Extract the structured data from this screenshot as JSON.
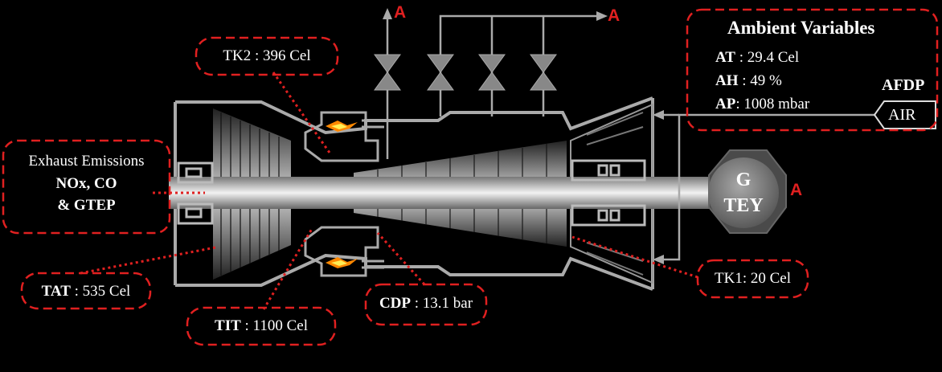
{
  "marker": "A",
  "colors": {
    "callout_red": "#e02020",
    "background": "#000000",
    "flame": "#ff8800"
  },
  "ambient": {
    "title": "Ambient Variables",
    "rows": [
      {
        "key": "AT",
        "value": " : 29.4 Cel"
      },
      {
        "key": "AH",
        "value": " : 49 %"
      },
      {
        "key": "AP",
        "value": ": 1008 mbar"
      }
    ]
  },
  "afdp": {
    "label": "AFDP",
    "air": "AIR"
  },
  "exhaust": {
    "line1": "Exhaust Emissions",
    "line2": "NOx, CO",
    "line3": "& GTEP"
  },
  "tk2": {
    "label": "TK2 : 396 Cel"
  },
  "tat": {
    "key": "TAT",
    "value": " : 535 Cel"
  },
  "tit": {
    "key": "TIT",
    "value": " : 1100 Cel"
  },
  "cdp": {
    "key": "CDP",
    "value": " : 13.1 bar"
  },
  "tk1": {
    "label": "TK1: 20 Cel"
  },
  "generator": {
    "g": "G",
    "tey": "TEY"
  }
}
